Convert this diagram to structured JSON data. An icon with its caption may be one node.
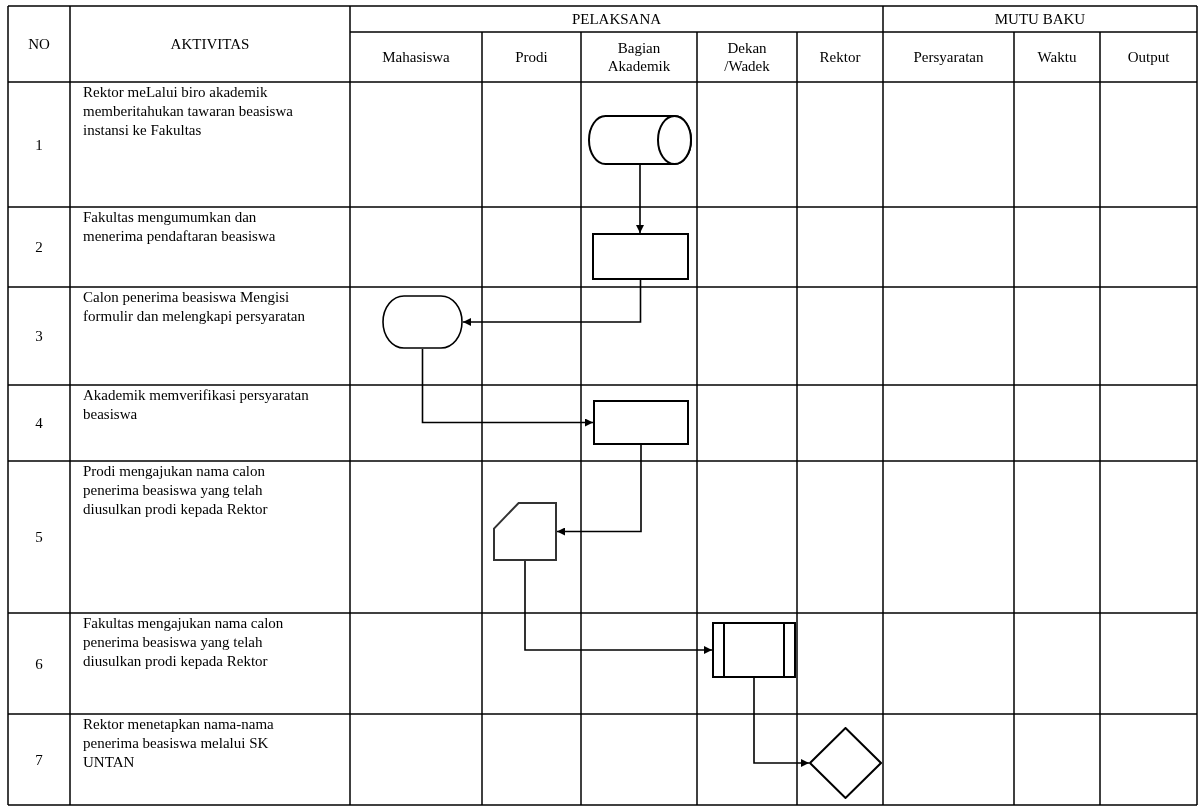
{
  "diagram": {
    "nodes": [
      {
        "text": [],
        "shape": "cylinder"
      },
      {
        "text": [],
        "shape": "box"
      },
      {
        "text": [],
        "shape": "terminal"
      },
      {
        "text": [],
        "shape": "box"
      },
      {
        "text": [],
        "shape": "card"
      },
      {
        "text": [],
        "shape": "subroutine"
      },
      {
        "text": [],
        "shape": "diamond"
      }
    ],
    "edges": [
      {
        "from": 0,
        "to": 1,
        "arrow": "to"
      },
      {
        "from": 1,
        "to": 2,
        "arrow": "to"
      },
      {
        "from": 2,
        "to": 3,
        "arrow": "to"
      },
      {
        "from": 3,
        "to": 4,
        "arrow": "to"
      },
      {
        "from": 4,
        "to": 5,
        "arrow": "to"
      },
      {
        "from": 5,
        "to": 6,
        "arrow": "to"
      }
    ],
    "labels": [
      "NO",
      "AKTIVITAS",
      "PELAKSANA",
      "MUTU BAKU",
      "Mahasiswa",
      "Prodi",
      "Bagian Akademik",
      "Dekan /Wadek",
      "Rektor",
      "Persyaratan",
      "Waktu",
      "Output",
      "1",
      "Rektor meLalui biro akademik memberitahukan tawaran beasiswa instansi ke Fakultas",
      "2",
      "Fakultas mengumumkan dan menerima pendaftaran beasiswa",
      "3",
      "Calon penerima beasiswa Mengisi formulir dan melengkapi persyaratan",
      "4",
      "Akademik memverifikasi persyaratan beasiswa",
      "5",
      "Prodi mengajukan nama calon penerima beasiswa yang telah diusulkan prodi kepada Rektor",
      "6",
      "Fakultas mengajukan nama calon penerima beasiswa yang telah diusulkan prodi kepada Rektor",
      "7",
      "Rektor menetapkan nama-nama penerima beasiswa melalui SK UNTAN"
    ]
  }
}
